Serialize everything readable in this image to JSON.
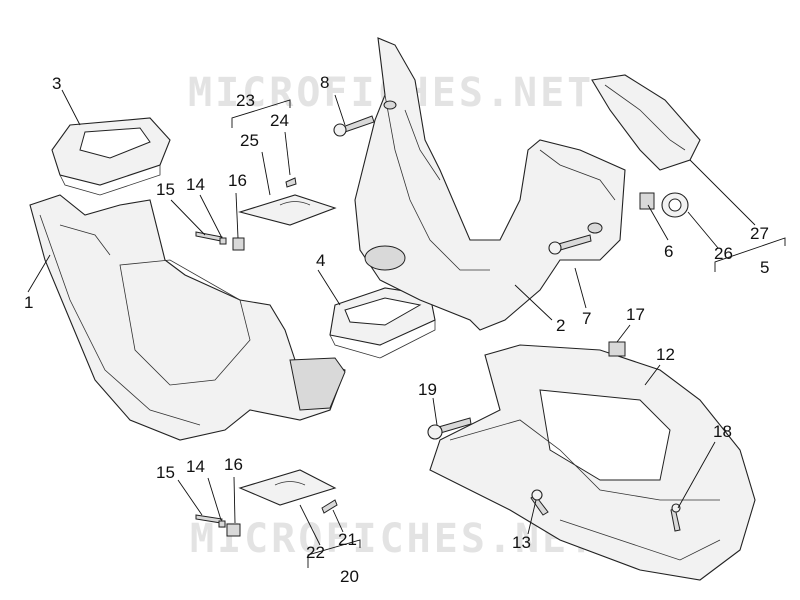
{
  "watermark": "MICROFICHES.NET",
  "callouts": [
    "1",
    "2",
    "3",
    "4",
    "5",
    "6",
    "7",
    "8",
    "12",
    "13",
    "14",
    "15",
    "16",
    "17",
    "18",
    "19",
    "20",
    "21",
    "22",
    "23",
    "24",
    "25",
    "26",
    "27"
  ],
  "callout_15b": "15",
  "callout_14b": "14",
  "callout_16b": "16"
}
